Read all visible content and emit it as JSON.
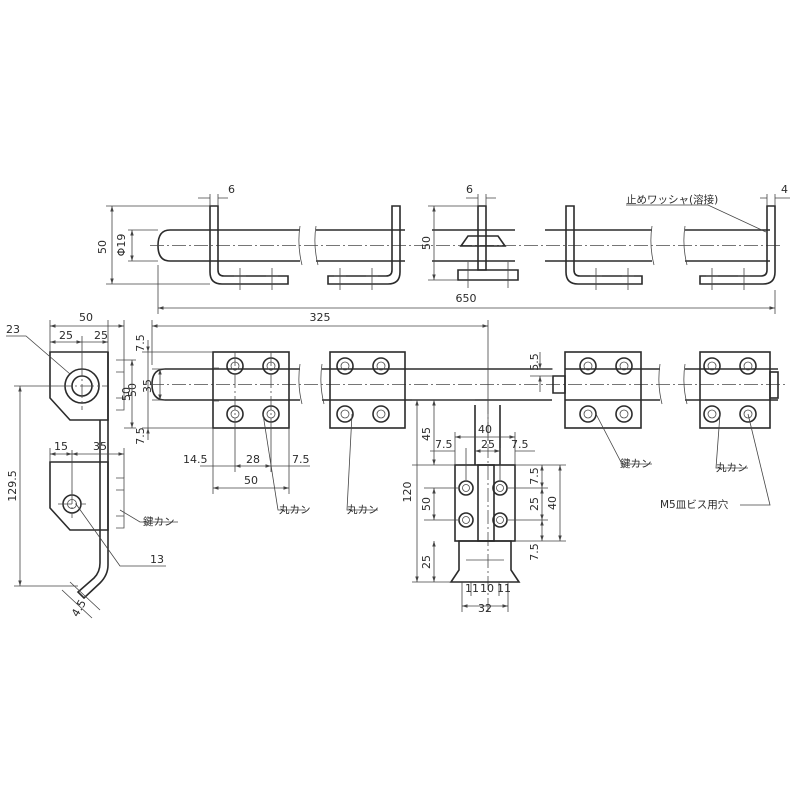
{
  "labels": {
    "stop_washer": "止めワッシャ(溶接)",
    "round_kan_1": "丸カン",
    "round_kan_2": "丸カン",
    "round_kan_3": "丸カン",
    "key_kan_1": "鍵カン",
    "key_kan_2": "鍵カン",
    "screw_hole": "M5皿ビス用穴"
  },
  "dims": {
    "top_w1": "6",
    "top_w2": "6",
    "top_w3": "4",
    "top_h_left": "50",
    "top_dia": "Φ19",
    "top_h_mid": "50",
    "total_len": "650",
    "len_325": "325",
    "side_50": "50",
    "side_25a": "25",
    "side_25b": "25",
    "side_23": "23",
    "side_15": "15",
    "side_35": "35",
    "side_1295": "129.5",
    "side_13": "13",
    "side_45": "4.5",
    "side_50v": "50",
    "plan_75a": "7.5",
    "plan_35": "35",
    "plan_50": "50",
    "plan_75b": "7.5",
    "bot_145": "14.5",
    "bot_28": "28",
    "bot_75": "7.5",
    "bot_50": "50",
    "mid_55": "5.5",
    "sec_40": "40",
    "sec_25": "25",
    "sec_75a": "7.5",
    "sec_75b": "7.5",
    "sec_45": "45",
    "sec_120": "120",
    "sec_50": "50",
    "sec_25b": "25",
    "sec_75r": "7.5",
    "sec_25r": "25",
    "sec_40r": "40",
    "sec_75r2": "7.5",
    "sec_11a": "11",
    "sec_10": "10",
    "sec_11b": "11",
    "sec_32": "32"
  }
}
